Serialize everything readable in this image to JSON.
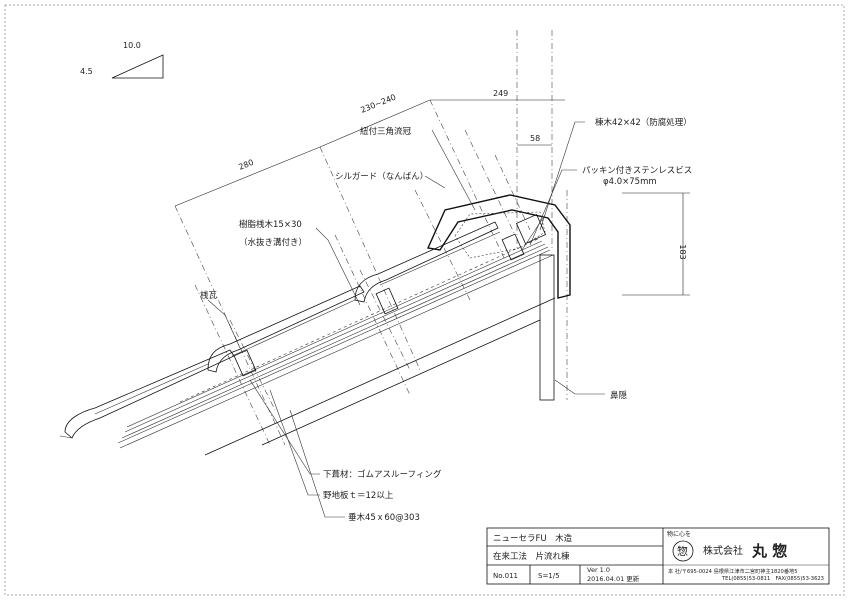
{
  "scale_note": {
    "run": "10.0",
    "rise": "4.5"
  },
  "dimensions": {
    "d280": "280",
    "d230_240": "230~240",
    "d249": "249",
    "d58": "58",
    "d183": "183"
  },
  "labels": {
    "ridge_cap": "紐付三角流冠",
    "sill_guard": "シルガード（なんばん）",
    "resin_batten": "樹脂桟木15×30",
    "resin_batten_note": "（水抜き溝付き）",
    "tile": "桟瓦",
    "ridge_wood": "棟木42×42（防腐処理）",
    "screw": "パッキン付きステンレスビス",
    "screw_size": "φ4.0×75mm",
    "nose_cover": "鼻隠",
    "underlay": "下葺材：ゴムアスルーフィング",
    "sheathing": "野地板ｔ＝12以上",
    "rafter": "垂木45ｘ60@303"
  },
  "title_block": {
    "product": "ニューセラFU　木造",
    "method": "在来工法　片流れ棟",
    "number": "No.011",
    "scale": "S=1/5",
    "version": "Ver 1.0",
    "updated": "2016.04.01 更新",
    "slogan": "物に心を",
    "company": "株式会社",
    "company_name": "丸 惣",
    "address": "本 社/〒695-0024 島根県江津市二宮町神主1820番地5",
    "contact": "TEL(0855)53-0811　FAX(0855)53-3623",
    "logo_glyph": "惣"
  }
}
